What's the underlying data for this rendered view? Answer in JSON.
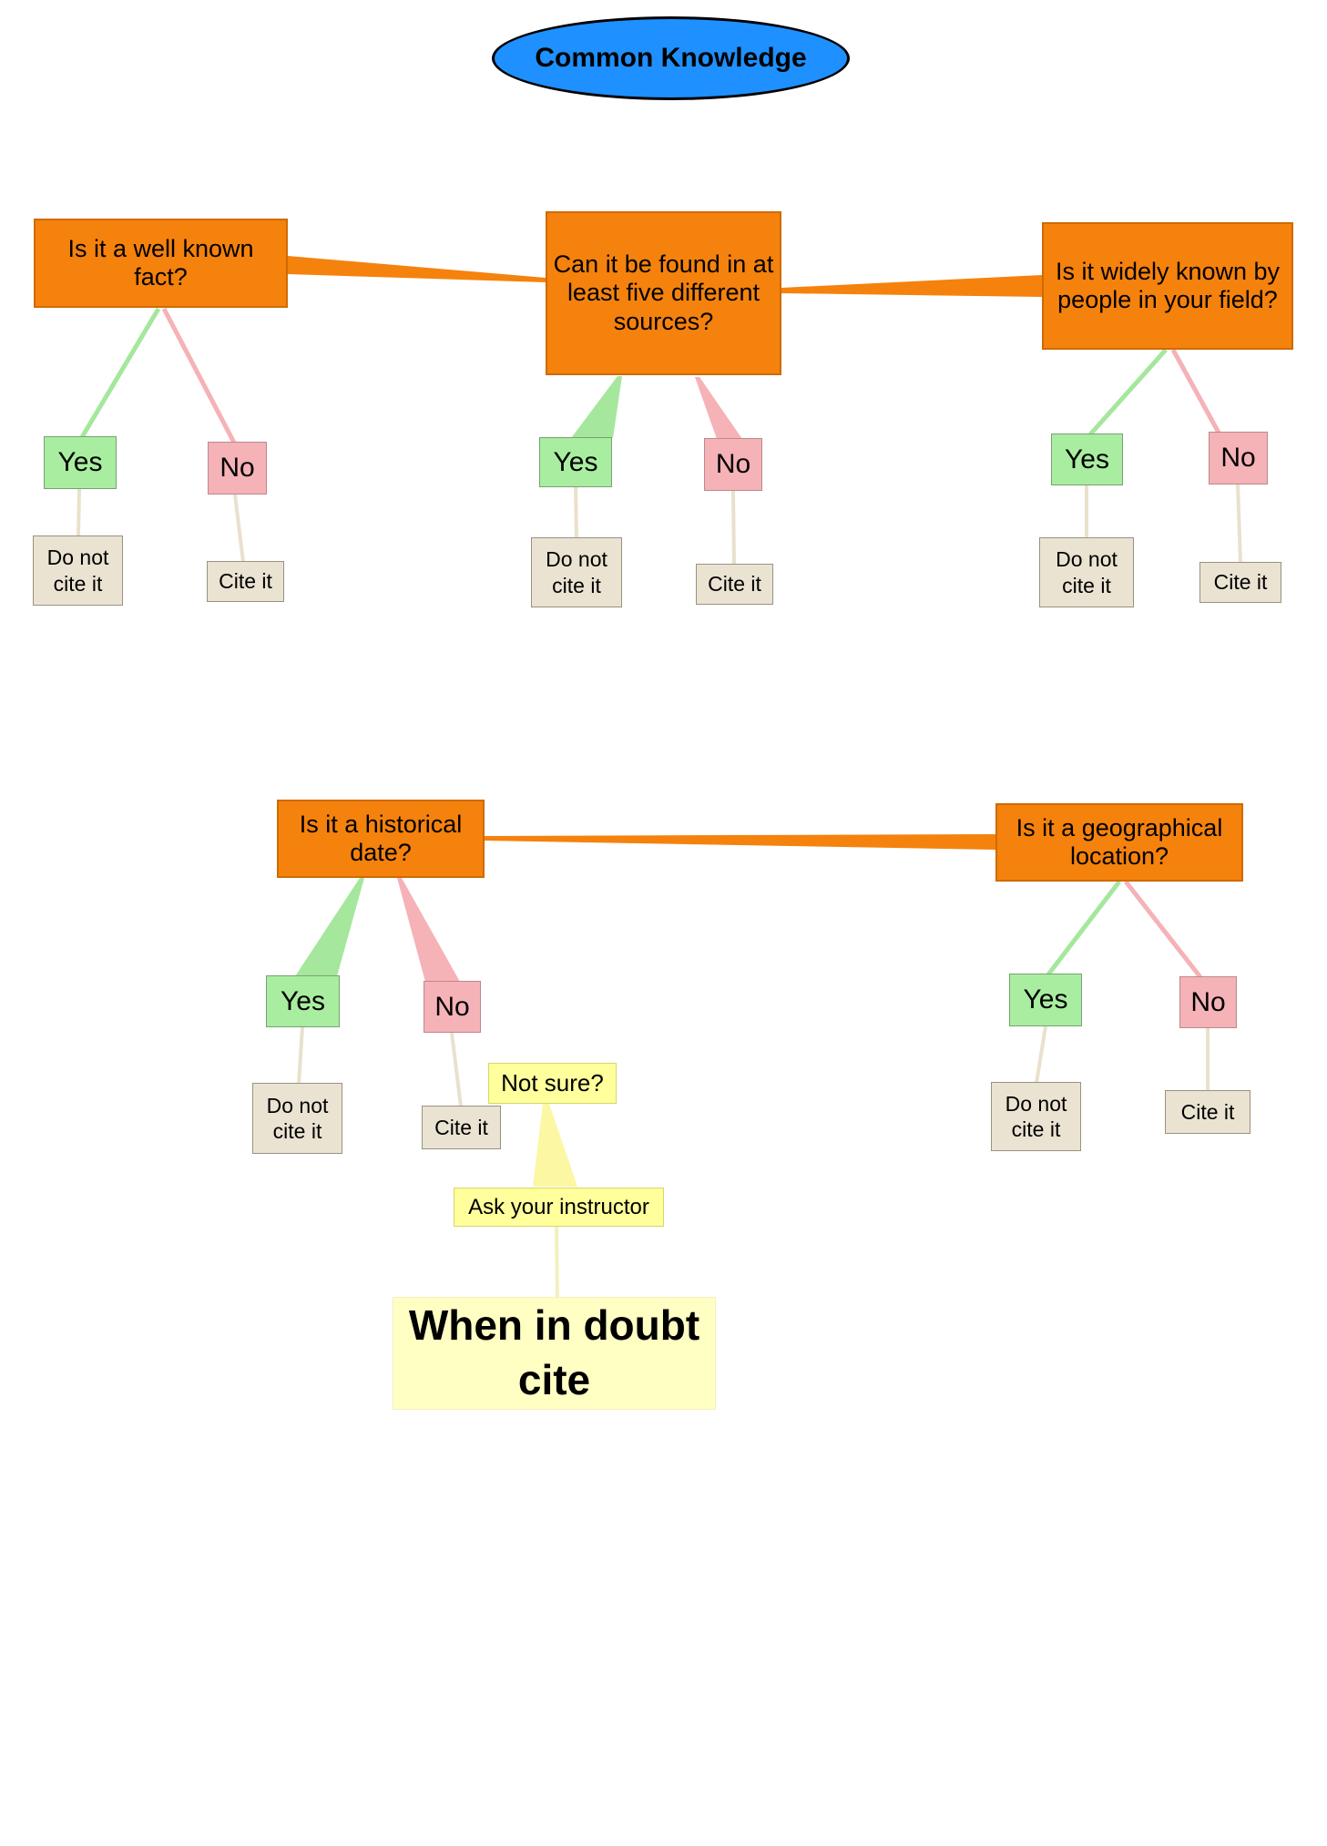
{
  "title": {
    "label": "Common Knowledge"
  },
  "colors": {
    "title_fill": "#1e90ff",
    "question_fill": "#f5820d",
    "question_border": "#d06a00",
    "question_link": "#f5820d",
    "yes_fill": "#a9eda1",
    "yes_border": "#79a173",
    "yes_link": "#a5e79d",
    "no_fill": "#f5b2b7",
    "no_border": "#b98a8e",
    "no_link": "#f5b2b7",
    "result_fill": "#eae3d2",
    "result_border": "#98927f",
    "result_link": "#e9e1cc",
    "note_fill": "#ffff9c",
    "note_border": "#d6d66e",
    "note_link": "#fbf7a2",
    "note_thin_link": "#f4f0bf",
    "final_fill": "#ffffc4"
  },
  "decisions": [
    {
      "question": "Is it a well known fact?",
      "yes_label": "Yes",
      "no_label": "No",
      "yes_result": "Do not cite it",
      "no_result": "Cite it"
    },
    {
      "question": "Can it be found in at least five different sources?",
      "yes_label": "Yes",
      "no_label": "No",
      "yes_result": "Do not cite it",
      "no_result": "Cite it"
    },
    {
      "question": "Is it widely known by people in your field?",
      "yes_label": "Yes",
      "no_label": "No",
      "yes_result": "Do not cite it",
      "no_result": "Cite it"
    },
    {
      "question": "Is it a historical date?",
      "yes_label": "Yes",
      "no_label": "No",
      "yes_result": "Do not cite it",
      "no_result": "Cite it"
    },
    {
      "question": "Is it a geographical location?",
      "yes_label": "Yes",
      "no_label": "No",
      "yes_result": "Do not cite it",
      "no_result": "Cite it"
    }
  ],
  "fallback": {
    "prompt": "Not sure?",
    "action": "Ask your instructor",
    "conclusion": "When in doubt cite"
  }
}
